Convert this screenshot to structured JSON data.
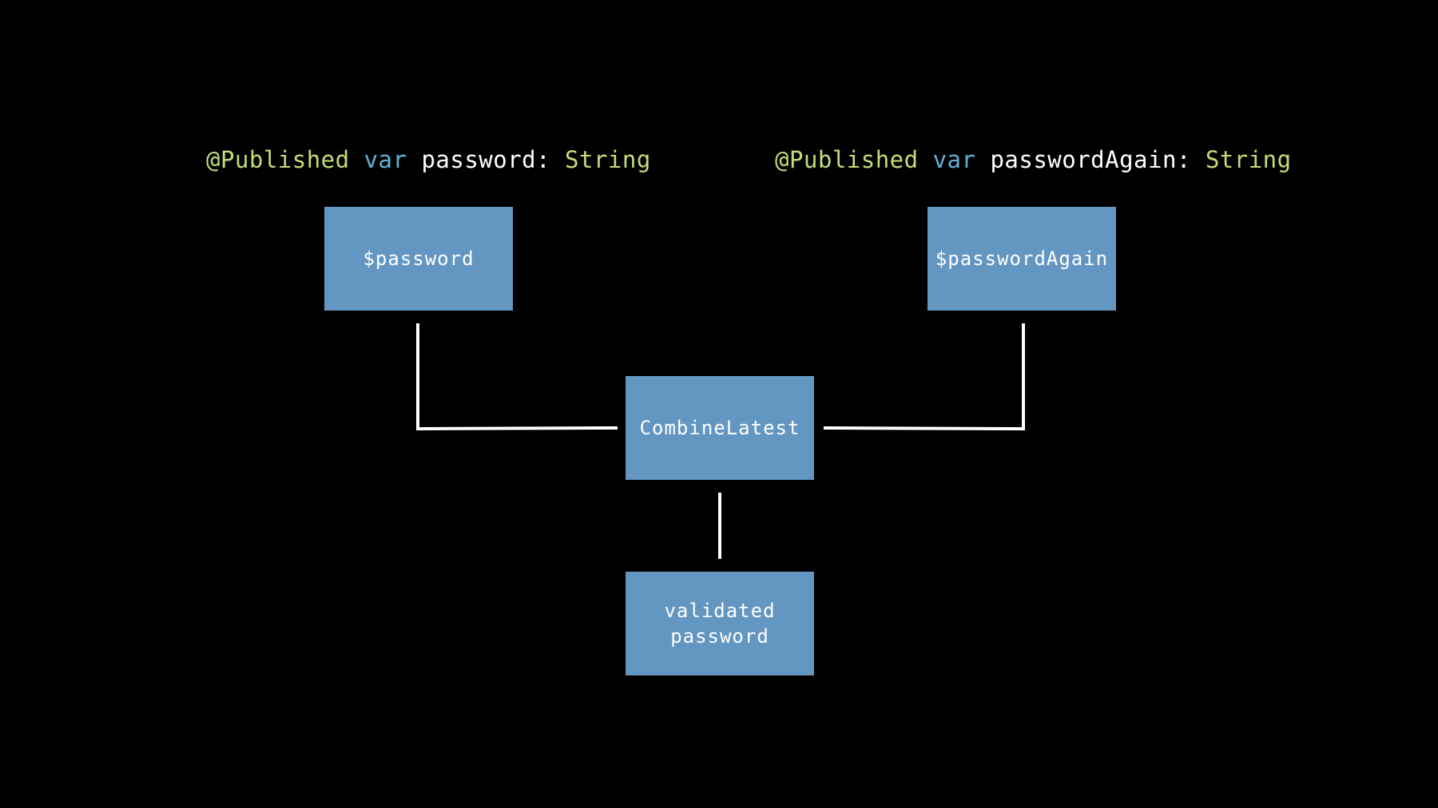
{
  "code": {
    "left": {
      "attribute": "@Published",
      "keyword": "var",
      "name": "password:",
      "type": "String"
    },
    "right": {
      "attribute": "@Published",
      "keyword": "var",
      "name": "passwordAgain:",
      "type": "String"
    }
  },
  "nodes": {
    "password": "$password",
    "password_again": "$passwordAgain",
    "combine_latest": "CombineLatest",
    "validated_password": "validated\npassword"
  },
  "colors": {
    "background": "#000000",
    "node_fill": "#6396c0",
    "connector": "#ffffff",
    "attribute": "#c4dd78",
    "keyword": "#5fb2d6",
    "type": "#c4dd78"
  }
}
